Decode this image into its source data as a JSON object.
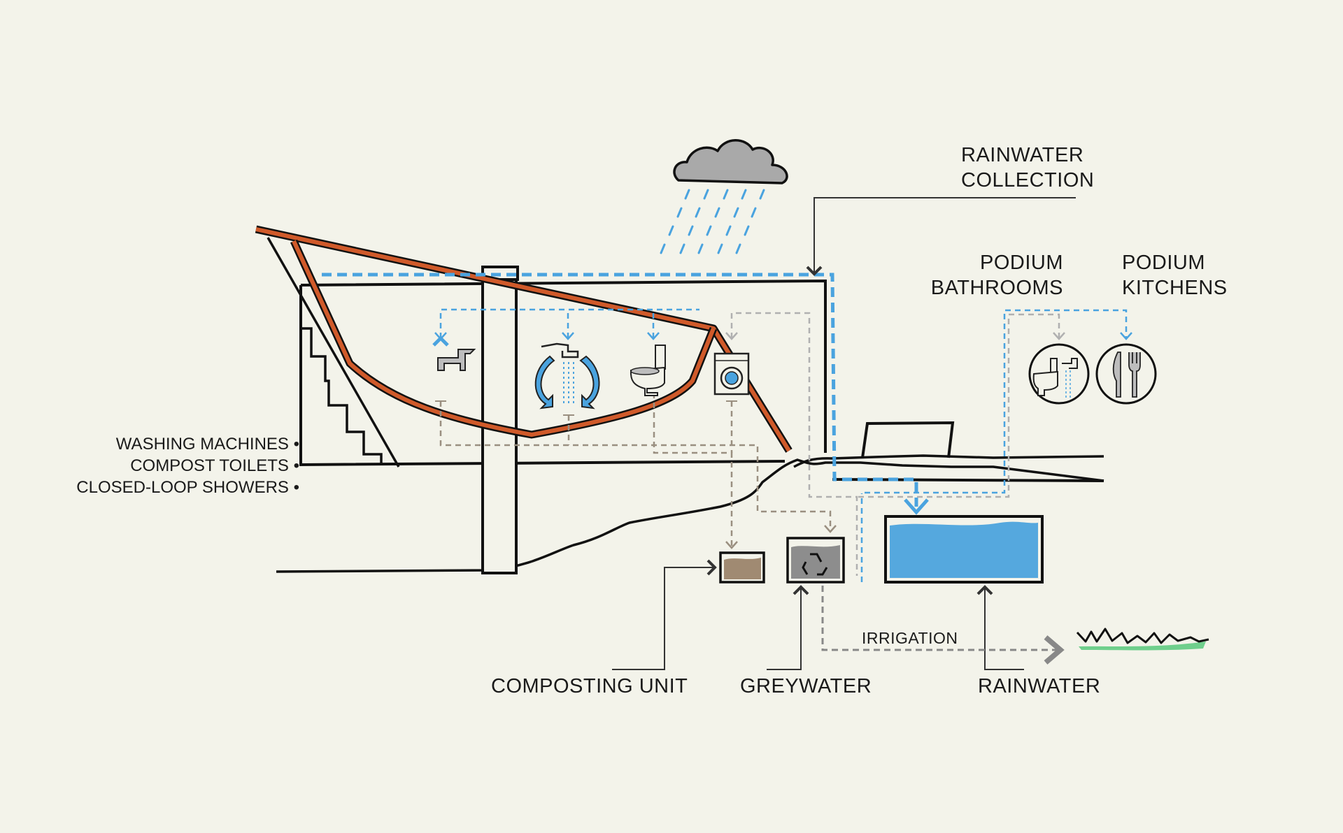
{
  "labels": {
    "rainwater_collection": [
      "RAINWATER",
      "COLLECTION"
    ],
    "podium_bathrooms": [
      "PODIUM",
      "BATHROOMS"
    ],
    "podium_kitchens": [
      "PODIUM",
      "KITCHENS"
    ],
    "composting_unit": "COMPOSTING UNIT",
    "greywater": "GREYWATER",
    "rainwater": "RAINWATER",
    "irrigation": "IRRIGATION"
  },
  "legend": [
    "WASHING MACHINES",
    "COMPOST TOILETS",
    "CLOSED-LOOP SHOWERS"
  ],
  "colors": {
    "background": "#f3f3ea",
    "outline": "#111111",
    "roof_truss": "#d05a2a",
    "rainwater_pipe": "#4aa3df",
    "greywater_pipe": "#b0b0b0",
    "compost_pipe": "#9a8f80",
    "tank_water": "#55a8de",
    "compost": "#a08a72",
    "cloud": "#a9a9a9",
    "grass": "#6fcf8c"
  },
  "icons": [
    "cloud-icon",
    "tap-icon",
    "shower-icon",
    "toilet-icon",
    "washing-machine-icon",
    "recycle-icon",
    "cutlery-icon",
    "grass-icon"
  ]
}
